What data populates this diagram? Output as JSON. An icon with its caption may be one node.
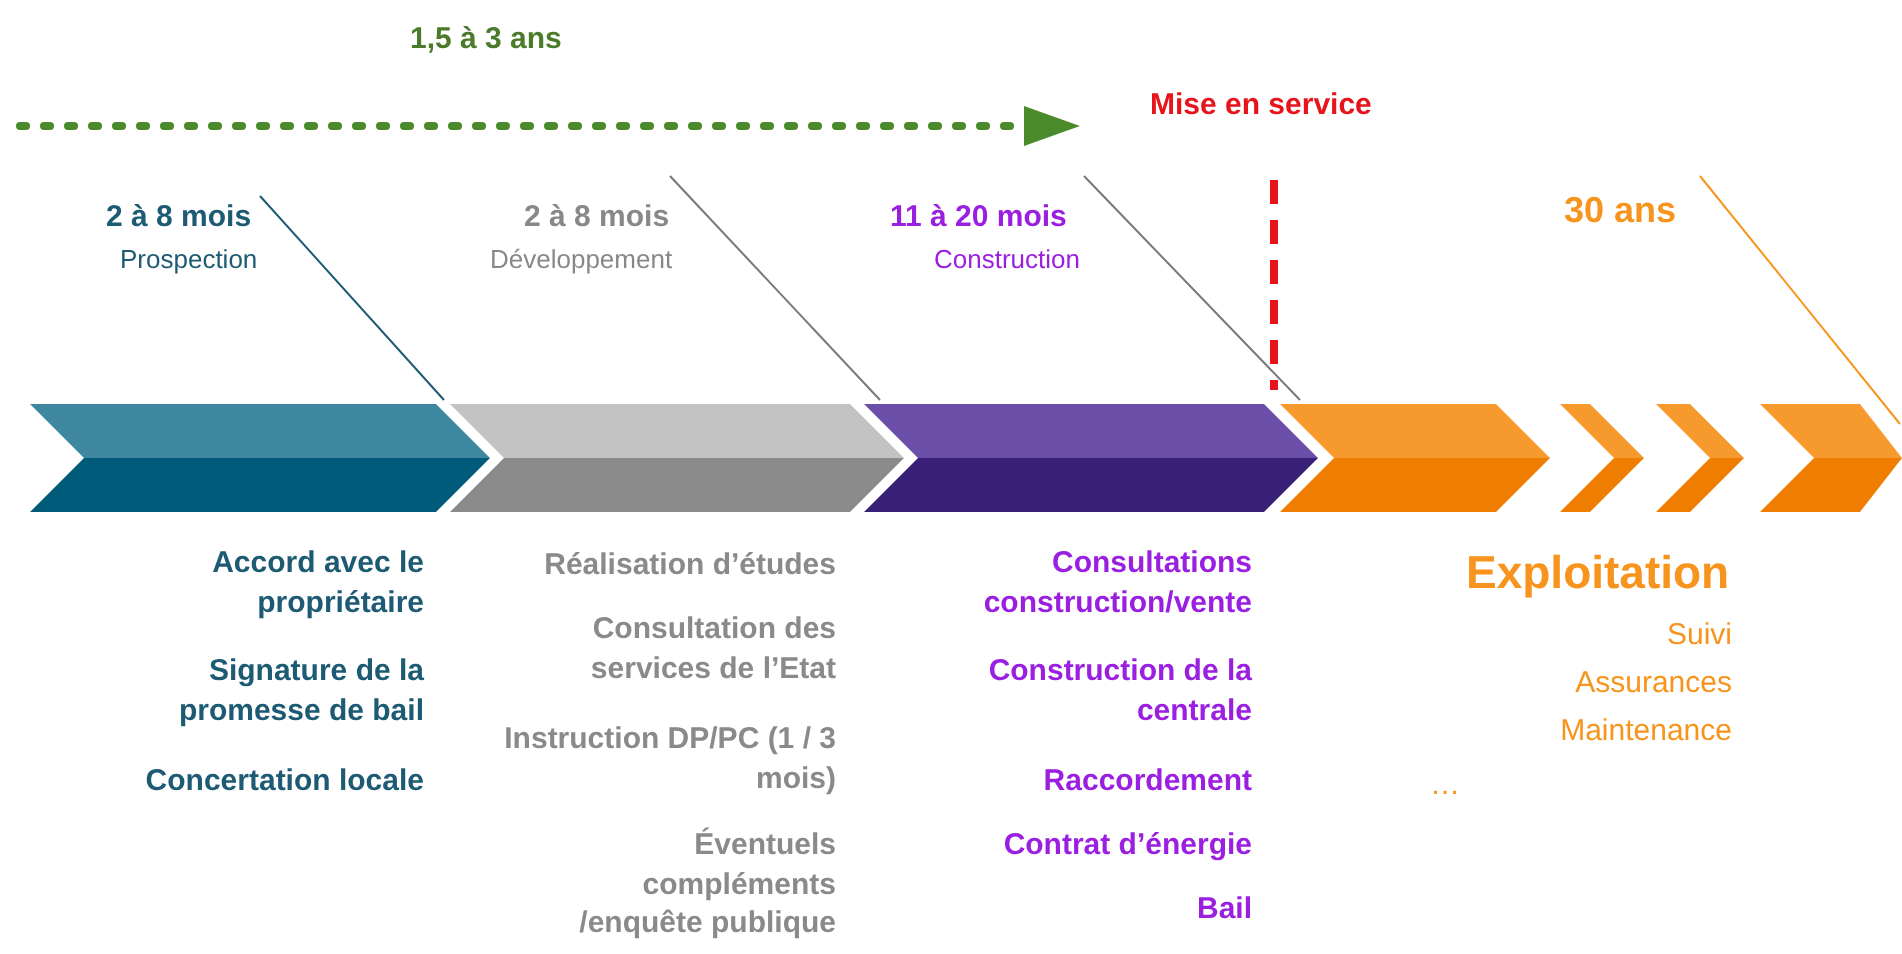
{
  "diagram": {
    "labels": [
      "1,5 à 3 ans",
      "Mise en service",
      "2 à 8 mois",
      "Prospection",
      "2 à 8 mois",
      "Développement",
      "11 à 20 mois",
      "Construction",
      "30 ans",
      "Accord avec le propriétaire",
      "Signature de la promesse de bail",
      "Concertation locale",
      "Réalisation d’études",
      "Consultation des services de l’Etat",
      "Instruction DP/PC (1 / 3 mois)",
      "Éventuels compléments /enquête publique",
      "Consultations construction/vente",
      "Construction de la centrale",
      "Raccordement",
      "Contrat d’énergie",
      "Bail",
      "Exploitation",
      "Suivi",
      "Assurances",
      "Maintenance",
      "…"
    ]
  }
}
